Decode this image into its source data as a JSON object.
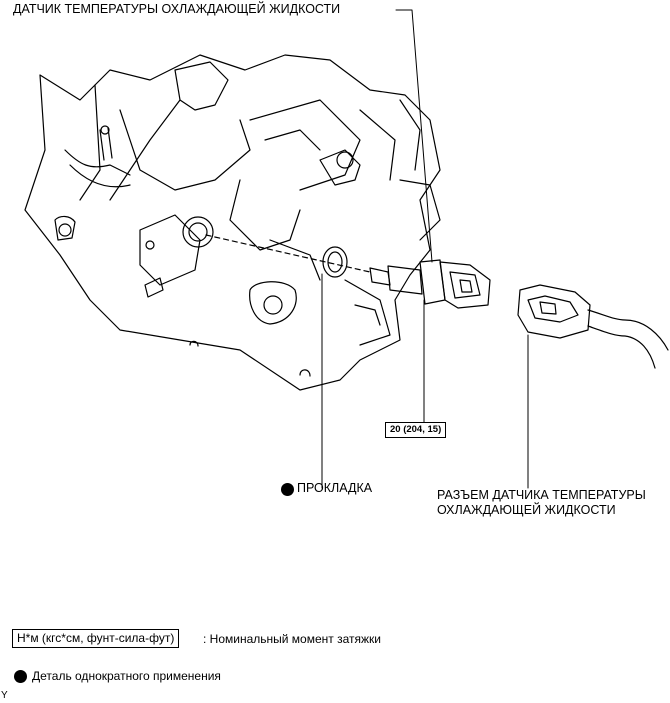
{
  "labels": {
    "sensor": "ДАТЧИК ТЕМПЕРАТУРЫ ОХЛАЖДАЮЩЕЙ ЖИДКОСТИ",
    "gasket": "ПРОКЛАДКА",
    "connector_line1": "РАЗЪЕМ ДАТЧИКА ТЕМПЕРАТУРЫ",
    "connector_line2": "ОХЛАЖДАЮЩЕЙ ЖИДКОСТИ",
    "torque": "20 (204, 15)"
  },
  "legend": {
    "torque_units": "Н*м (кгс*см, фунт-сила-фут)",
    "torque_desc": ": Номинальный момент затяжки",
    "single_use": "Деталь однократного применения"
  },
  "corner_code": "Y"
}
